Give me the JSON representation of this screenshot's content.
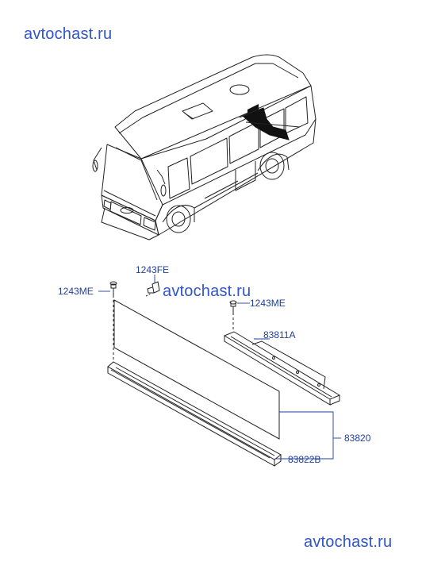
{
  "watermarks": {
    "top": "avtochast.ru",
    "middle": "avtochast.ru",
    "bottom": "avtochast.ru"
  },
  "callouts": {
    "bolt_top": "1243FE",
    "screw_left": "1243ME",
    "screw_right": "1243ME",
    "upper_rail": "83811A",
    "assembly": "83820",
    "lower_rail": "83822B"
  },
  "colors": {
    "label": "#1f3f9a",
    "watermark": "#2f55c8",
    "line": "#222222",
    "highlight": "#111111"
  }
}
